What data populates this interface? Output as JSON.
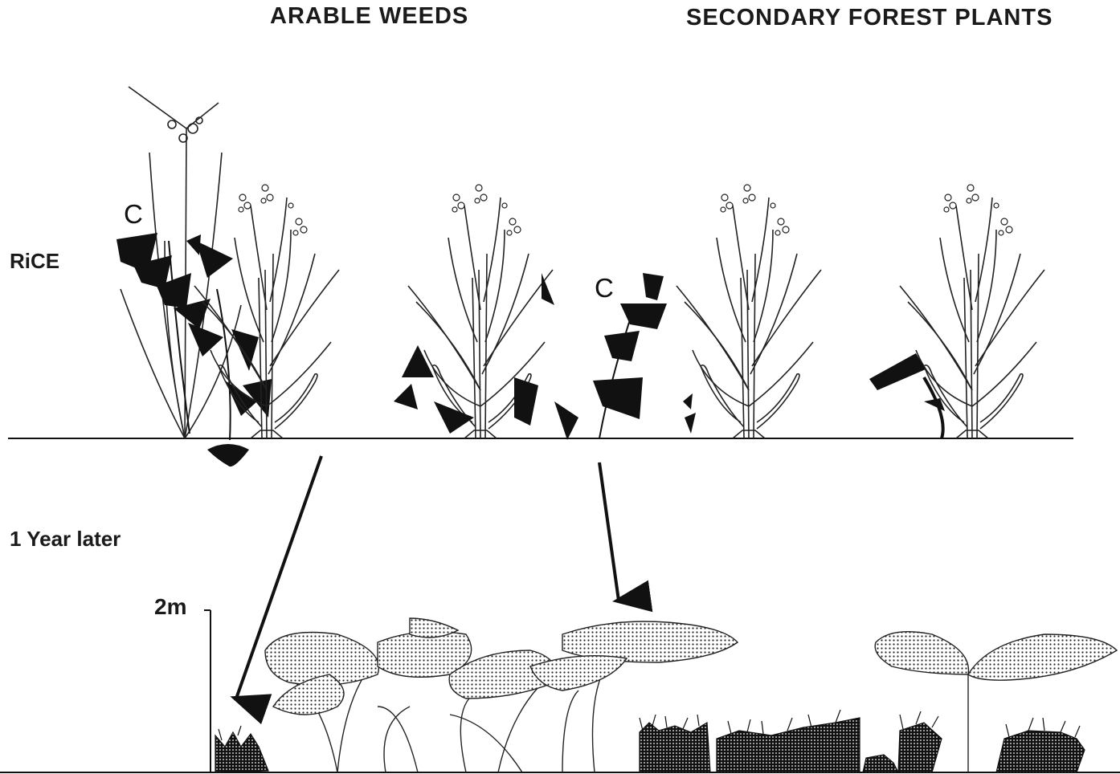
{
  "headers": {
    "arable_weeds": "ARABLE WEEDS",
    "secondary_forest": "SECONDARY FOREST PLANTS"
  },
  "rows": {
    "rice": "RiCE",
    "one_year_later": "1 Year later"
  },
  "scale_label": "2m",
  "plant_markers": [
    "C",
    "C"
  ]
}
